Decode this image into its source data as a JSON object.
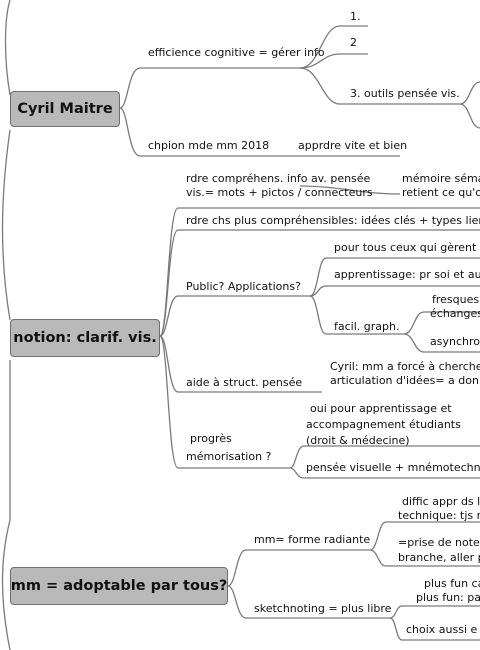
{
  "mindmap": {
    "topics": {
      "cyril": "Cyril Maitre",
      "notion": "notion: clarif. vis.",
      "mm": "mm = adoptable par tous?"
    },
    "cyril": {
      "efficience": "efficience cognitive = gérer info",
      "n1": "1.",
      "n2": "2",
      "n3": "3. outils pensée vis.",
      "chpion": "chpion mde mm 2018",
      "apprdre": "apprdre vite et bien"
    },
    "notion": {
      "rdre_l1": "rdre compréhens. info av.  pensée",
      "rdre_l2": "vis.= mots + pictos / connecteurs",
      "memoire_l1": "mémoire sémar",
      "memoire_l2": "retient ce qu'on",
      "chs": "rdre chs plus compréhensibles: idées clés + types liens (ca",
      "public": "Public? Applications?",
      "pour": "pour tous ceux qui gèrent inf",
      "apprentissage": "apprentissage: pr soi et autre",
      "fresques": "fresques",
      "echanges": "échanges",
      "facil": "facil. graph.",
      "asynchro": "asynchron",
      "aide": "aide à struct. pensée",
      "cyril_l1": "Cyril: mm a forcé à chercher r",
      "cyril_l2": "articulation d'idées= a donné",
      "progres_l1": "progrès",
      "progres_l2": "mémorisation  ?",
      "oui_l1": "oui pour apprentissage et",
      "oui_l2": "accompagnement étudiants",
      "oui_l3": "(droit & médecine)",
      "pensee": "pensée visuelle + mnémotechnie"
    },
    "mm": {
      "radiante": "mm= forme radiante",
      "diffic_l1": "diffic appr ds liv",
      "diffic_l2": "technique: tjs m",
      "prise_l1": "=prise de note s",
      "prise_l2": "branche, aller pl",
      "sketch": "sketchnoting = plus libre",
      "fun_l1": "plus fun car",
      "fun_l2": "plus fun: pas",
      "choix": "choix aussi e"
    }
  }
}
